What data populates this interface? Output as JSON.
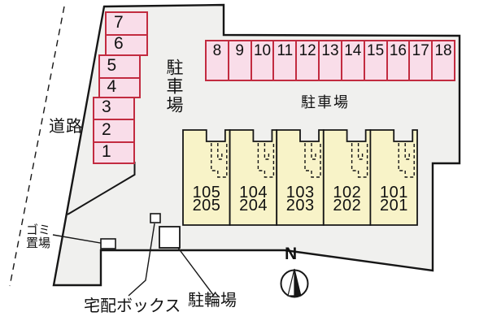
{
  "labels": {
    "road": "道路",
    "parking_area_left": "駐車場",
    "parking_area_right": "駐車場",
    "garbage_line1": "ゴミ",
    "garbage_line2": "置場",
    "delivery_box": "宅配ボックス",
    "bicycle_parking": "駐輪場",
    "north": "N"
  },
  "parking_left": [
    "7",
    "6",
    "5",
    "4",
    "3",
    "2",
    "1"
  ],
  "parking_top": [
    "8",
    "9",
    "10",
    "11",
    "12",
    "13",
    "14",
    "15",
    "16",
    "17",
    "18"
  ],
  "buildings": [
    {
      "upper": "105",
      "lower": "205"
    },
    {
      "upper": "104",
      "lower": "204"
    },
    {
      "upper": "103",
      "lower": "203"
    },
    {
      "upper": "102",
      "lower": "202"
    },
    {
      "upper": "101",
      "lower": "201"
    }
  ],
  "colors": {
    "site_fill": "#f0f0ee",
    "outline": "#161616",
    "parking_fill": "#f9dde9",
    "parking_border": "#c22b40",
    "building_fill": "#f8f3c8"
  }
}
